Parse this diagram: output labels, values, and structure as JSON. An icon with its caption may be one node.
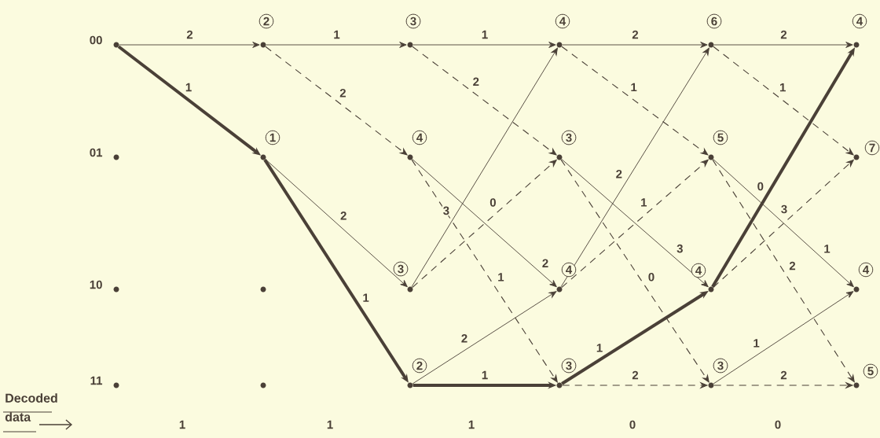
{
  "diagram": {
    "nodes": [
      {
        "text": [],
        "shape": "circle"
      },
      {
        "text": [],
        "shape": "circle"
      },
      {
        "text": [],
        "shape": "circle"
      },
      {
        "text": [],
        "shape": "circle"
      },
      {
        "text": [],
        "shape": "circle",
        "beside": [
          "2"
        ]
      },
      {
        "text": [],
        "shape": "circle",
        "beside": [
          "1"
        ]
      },
      {
        "text": [],
        "shape": "circle"
      },
      {
        "text": [],
        "shape": "circle"
      },
      {
        "text": [],
        "shape": "circle",
        "beside": [
          "3"
        ]
      },
      {
        "text": [],
        "shape": "circle",
        "beside": [
          "4"
        ]
      },
      {
        "text": [],
        "shape": "circle",
        "beside": [
          "3"
        ]
      },
      {
        "text": [],
        "shape": "circle",
        "beside": [
          "2"
        ]
      },
      {
        "text": [],
        "shape": "circle",
        "beside": [
          "4"
        ]
      },
      {
        "text": [],
        "shape": "circle",
        "beside": [
          "3"
        ]
      },
      {
        "text": [],
        "shape": "circle",
        "beside": [
          "4"
        ]
      },
      {
        "text": [],
        "shape": "circle",
        "beside": [
          "3"
        ]
      },
      {
        "text": [],
        "shape": "circle",
        "beside": [
          "6"
        ]
      },
      {
        "text": [],
        "shape": "circle",
        "beside": [
          "5"
        ]
      },
      {
        "text": [],
        "shape": "circle",
        "beside": [
          "4"
        ]
      },
      {
        "text": [],
        "shape": "circle",
        "beside": [
          "3"
        ]
      },
      {
        "text": [],
        "shape": "circle",
        "beside": [
          "4"
        ]
      },
      {
        "text": [],
        "shape": "circle",
        "beside": [
          "7"
        ]
      },
      {
        "text": [],
        "shape": "circle",
        "beside": [
          "4"
        ]
      },
      {
        "text": [],
        "shape": "circle",
        "beside": [
          "5"
        ]
      }
    ],
    "edges": [
      {
        "from": 0,
        "to": 4,
        "arrow": "to",
        "label": "2"
      },
      {
        "from": 0,
        "to": 5,
        "arrow": "to",
        "label": "1",
        "style": "thick"
      },
      {
        "from": 4,
        "to": 8,
        "arrow": "to",
        "label": "1"
      },
      {
        "from": 4,
        "to": 9,
        "arrow": "to",
        "label": "2",
        "style": "dashed"
      },
      {
        "from": 5,
        "to": 10,
        "arrow": "to",
        "label": "2"
      },
      {
        "from": 5,
        "to": 11,
        "arrow": "to",
        "label": "1",
        "style": "thick"
      },
      {
        "from": 8,
        "to": 12,
        "arrow": "to",
        "label": "1"
      },
      {
        "from": 8,
        "to": 13,
        "arrow": "to",
        "label": "2",
        "style": "dashed"
      },
      {
        "from": 9,
        "to": 14,
        "arrow": "to",
        "label": "2"
      },
      {
        "from": 9,
        "to": 15,
        "arrow": "to",
        "label": "1",
        "style": "dashed"
      },
      {
        "from": 10,
        "to": 12,
        "arrow": "to",
        "label": "3"
      },
      {
        "from": 10,
        "to": 13,
        "arrow": "to",
        "label": "0",
        "style": "dashed"
      },
      {
        "from": 11,
        "to": 14,
        "arrow": "to",
        "label": "2"
      },
      {
        "from": 11,
        "to": 15,
        "arrow": "to",
        "label": "1",
        "style": "thick"
      },
      {
        "from": 12,
        "to": 16,
        "arrow": "to",
        "label": "2"
      },
      {
        "from": 12,
        "to": 17,
        "arrow": "to",
        "label": "1",
        "style": "dashed"
      },
      {
        "from": 13,
        "to": 18,
        "arrow": "to",
        "label": "3"
      },
      {
        "from": 13,
        "to": 19,
        "arrow": "to",
        "label": "0",
        "style": "dashed"
      },
      {
        "from": 14,
        "to": 16,
        "arrow": "to",
        "label": "2"
      },
      {
        "from": 14,
        "to": 17,
        "arrow": "to",
        "label": "1",
        "style": "dashed"
      },
      {
        "from": 15,
        "to": 18,
        "arrow": "to",
        "label": "1",
        "style": "thick"
      },
      {
        "from": 15,
        "to": 19,
        "arrow": "to",
        "label": "2",
        "style": "dashed"
      },
      {
        "from": 16,
        "to": 20,
        "arrow": "to",
        "label": "2"
      },
      {
        "from": 16,
        "to": 21,
        "arrow": "to",
        "label": "1",
        "style": "dashed"
      },
      {
        "from": 17,
        "to": 22,
        "arrow": "to",
        "label": "1"
      },
      {
        "from": 17,
        "to": 23,
        "arrow": "to",
        "label": "2",
        "style": "dashed"
      },
      {
        "from": 18,
        "to": 20,
        "arrow": "to",
        "label": "0",
        "style": "thick"
      },
      {
        "from": 18,
        "to": 21,
        "arrow": "to",
        "label": "3",
        "style": "dashed"
      },
      {
        "from": 19,
        "to": 22,
        "arrow": "to",
        "label": "1"
      },
      {
        "from": 19,
        "to": 23,
        "arrow": "to",
        "label": "2",
        "style": "dashed"
      }
    ],
    "labels": [
      "00",
      "01",
      "10",
      "11",
      "Decoded data",
      "1",
      "1",
      "1",
      "0",
      "0"
    ]
  }
}
